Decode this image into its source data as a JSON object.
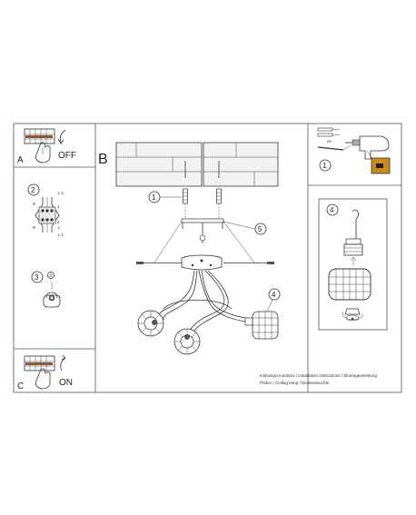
{
  "panels": {
    "a": {
      "letter": "A",
      "label": "OFF"
    },
    "b": {
      "letter": "B"
    },
    "c": {
      "letter": "C",
      "label": "ON"
    }
  },
  "steps": {
    "s1": "1",
    "s2": "2",
    "s3": "3",
    "s4": "4",
    "s5": "5"
  },
  "wiring": {
    "l2": "L 2",
    "n": "N",
    "l1": "L 1",
    "l1b": "L",
    "t1": "1",
    "t2": "2"
  },
  "hardware": {
    "x2": "x2"
  },
  "caption": {
    "line1": "Instrukcja montażu / installation instructions / Montageanleitung",
    "line2": "Plafon / Ceiling lamp / Deckenleuchte"
  }
}
